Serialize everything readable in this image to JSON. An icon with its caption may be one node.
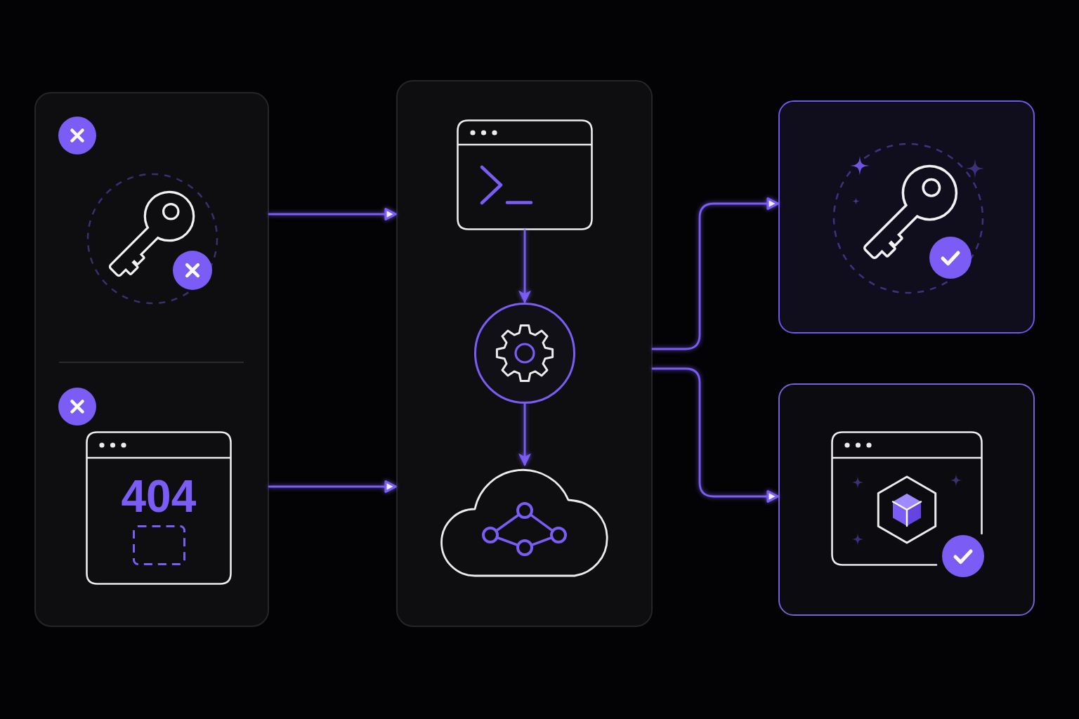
{
  "diagram": {
    "nodes": [
      {
        "text": [],
        "shape": "box"
      },
      {
        "text": [],
        "shape": "picture",
        "in": 0
      },
      {
        "text": [
          "404"
        ],
        "in": 0
      },
      {
        "text": [],
        "shape": "box"
      },
      {
        "text": [],
        "shape": "picture",
        "in": 3
      },
      {
        "text": [],
        "shape": "circle",
        "in": 3
      },
      {
        "text": [],
        "shape": "cloud",
        "in": 3
      },
      {
        "text": [],
        "shape": "box"
      },
      {
        "text": [],
        "shape": "box"
      }
    ],
    "edges": [
      {
        "from": 1,
        "to": 3,
        "arrow": "to"
      },
      {
        "from": 2,
        "to": 3,
        "arrow": "to"
      },
      {
        "from": 4,
        "to": 5,
        "arrow": "to"
      },
      {
        "from": 5,
        "to": 6,
        "arrow": "to"
      },
      {
        "from": 3,
        "to": 7,
        "arrow": "to"
      },
      {
        "from": 3,
        "to": 8,
        "arrow": "to"
      }
    ]
  }
}
